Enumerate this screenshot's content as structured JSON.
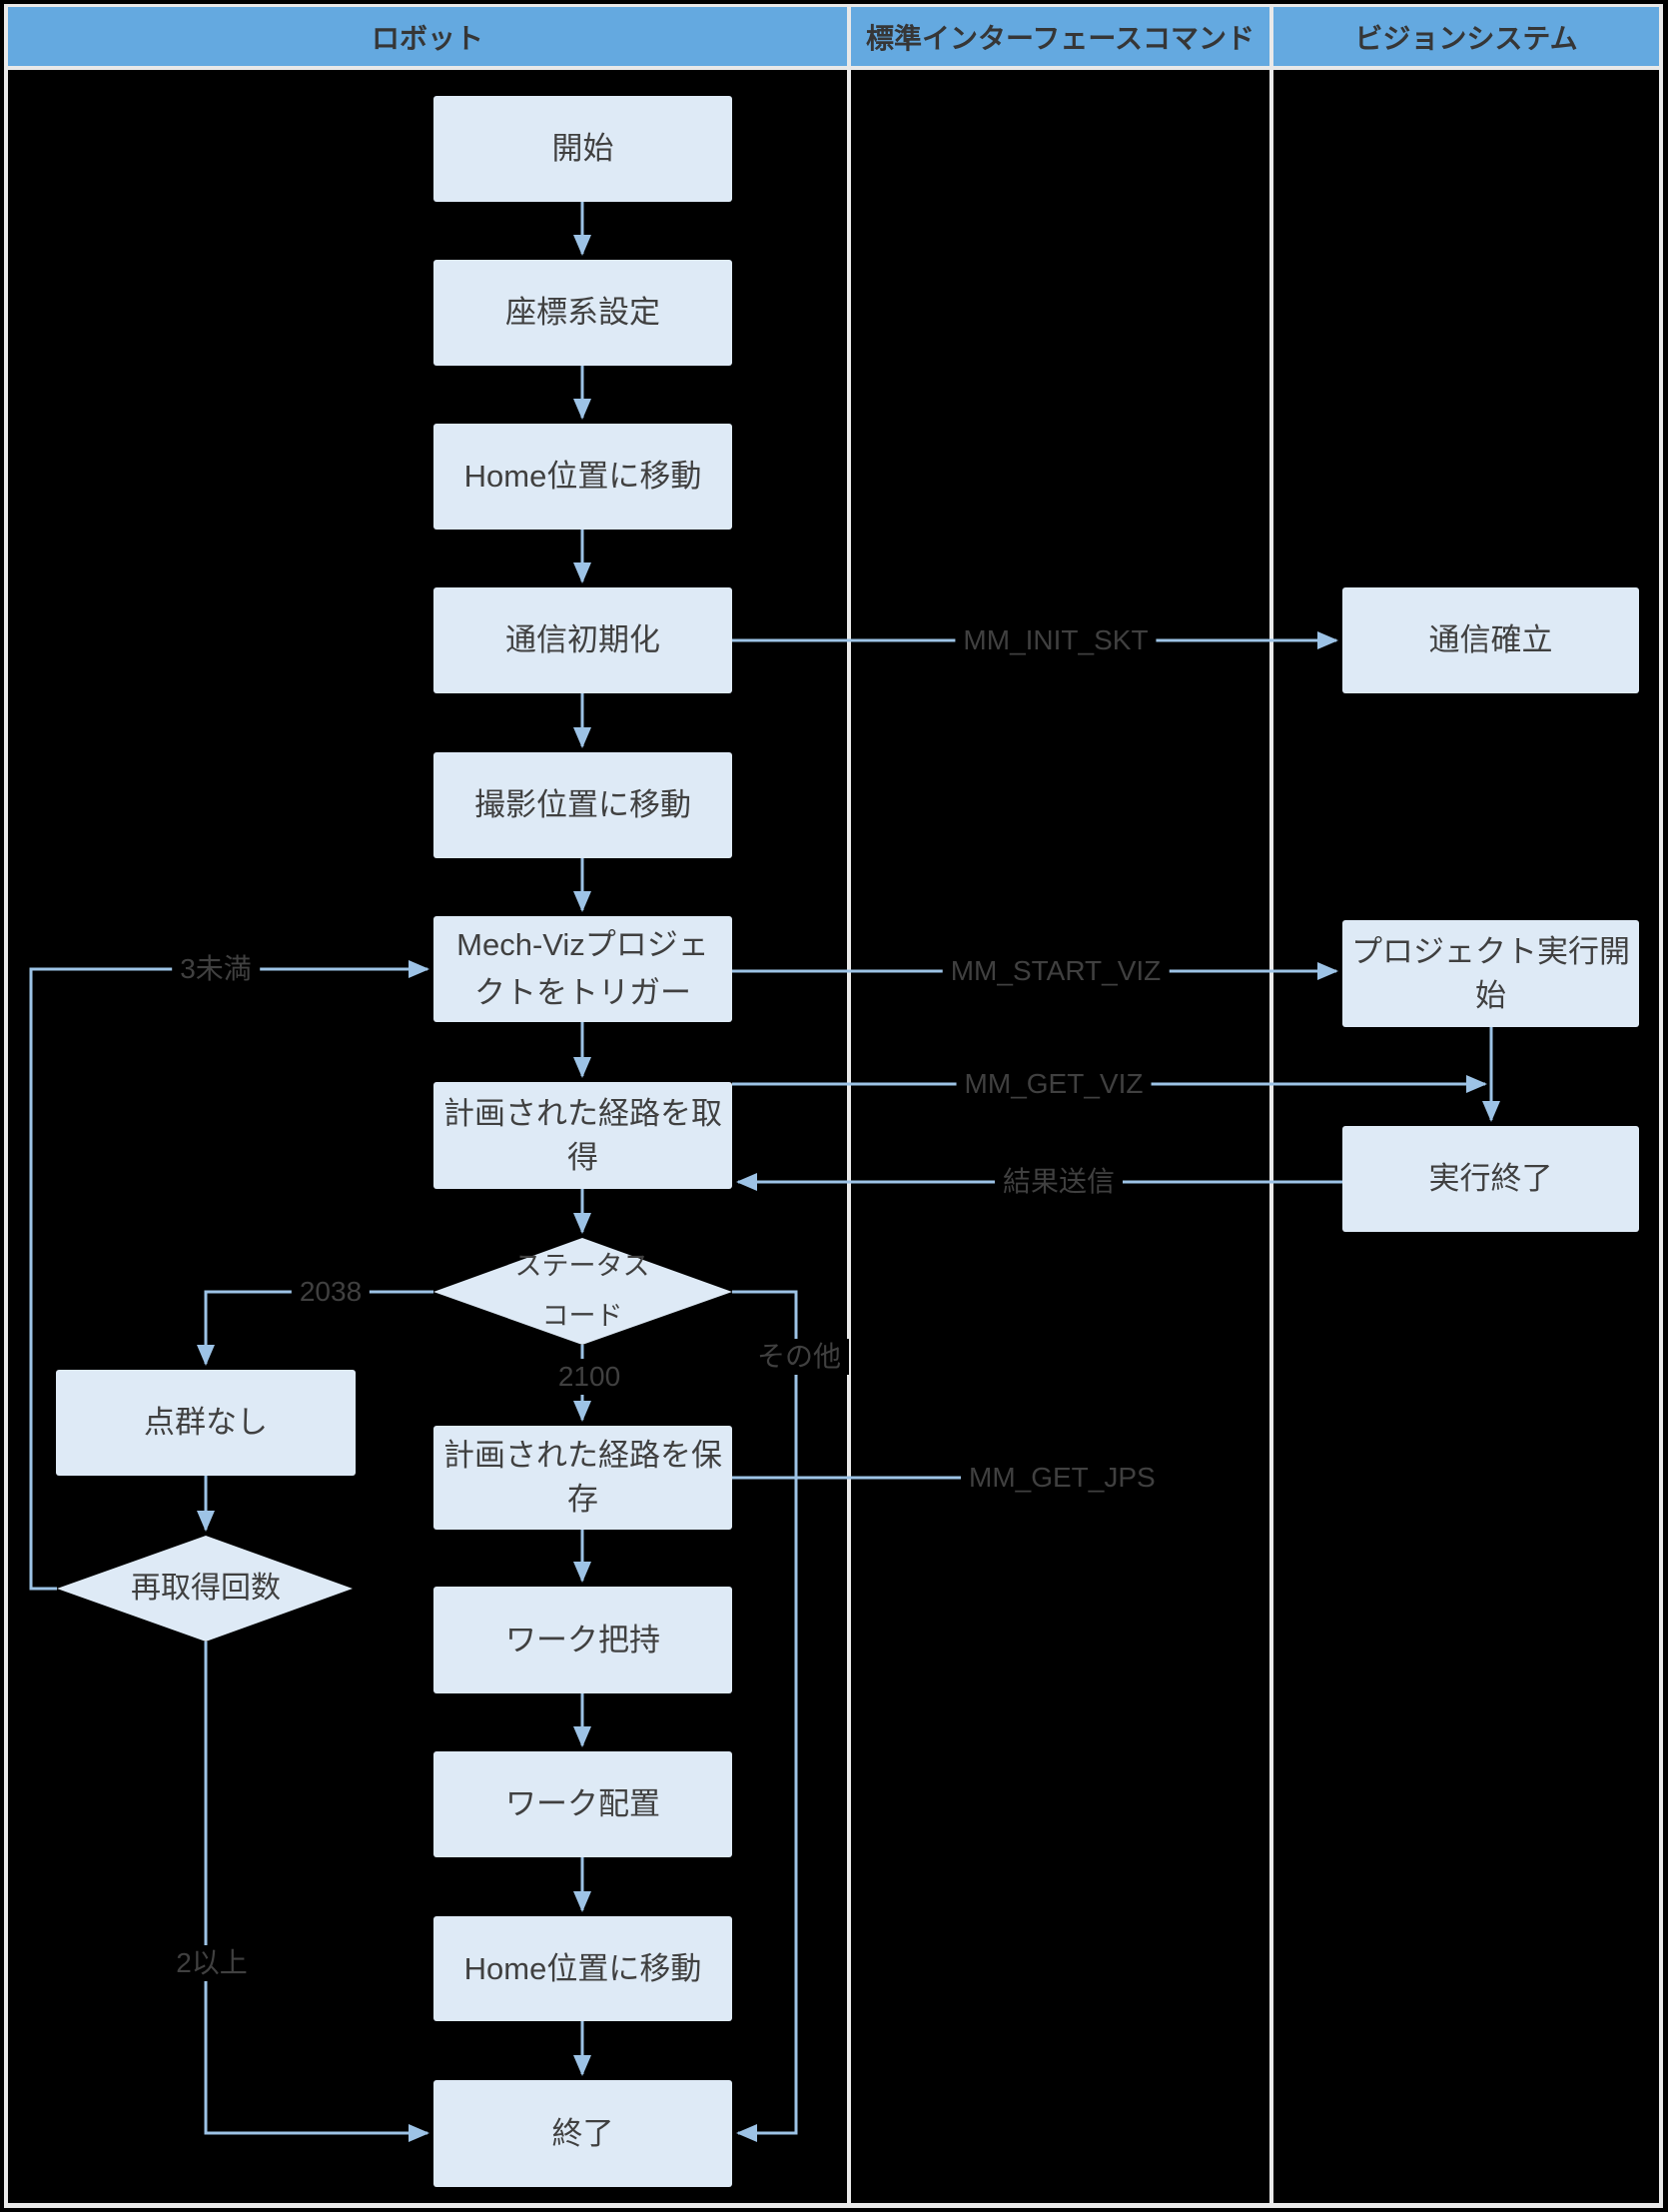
{
  "header": {
    "columns": [
      "ロボット",
      "標準インターフェースコマンド",
      "ビジョンシステム"
    ]
  },
  "nodes": {
    "start": "開始",
    "coord_setting": "座標系設定",
    "home_move_1": "Home位置に移動",
    "comm_init": "通信初期化",
    "capture_move": "撮影位置に移動",
    "trigger_viz": "Mech-Vizプロジェクトをトリガー",
    "get_path": "計画された経路を取得",
    "status_line1": "ステータス",
    "status_line2": "コード",
    "no_point_cloud": "点群なし",
    "save_path": "計画された経路を保存",
    "retry_count": "再取得回数",
    "grip_work": "ワーク把持",
    "place_work": "ワーク配置",
    "home_move_2": "Home位置に移動",
    "end": "終了",
    "comm_established": "通信確立",
    "project_start": "プロジェクト実行開始",
    "exec_end": "実行終了"
  },
  "edge_labels": {
    "mm_init_skt": "MM_INIT_SKT",
    "mm_start_viz": "MM_START_VIZ",
    "mm_get_viz": "MM_GET_VIZ",
    "result_send": "結果送信",
    "mm_get_jps": "MM_GET_JPS",
    "code_2038": "2038",
    "code_2100": "2100",
    "other": "その他",
    "less_than_3": "3未満",
    "two_or_more": "2以上"
  },
  "colors": {
    "header_blue": "#64a9e0",
    "node_fill": "#deeaf6",
    "line_blue": "#9dc3e6",
    "text_gray": "#404040",
    "frame_light": "#e9e9e9",
    "background": "#000000"
  }
}
